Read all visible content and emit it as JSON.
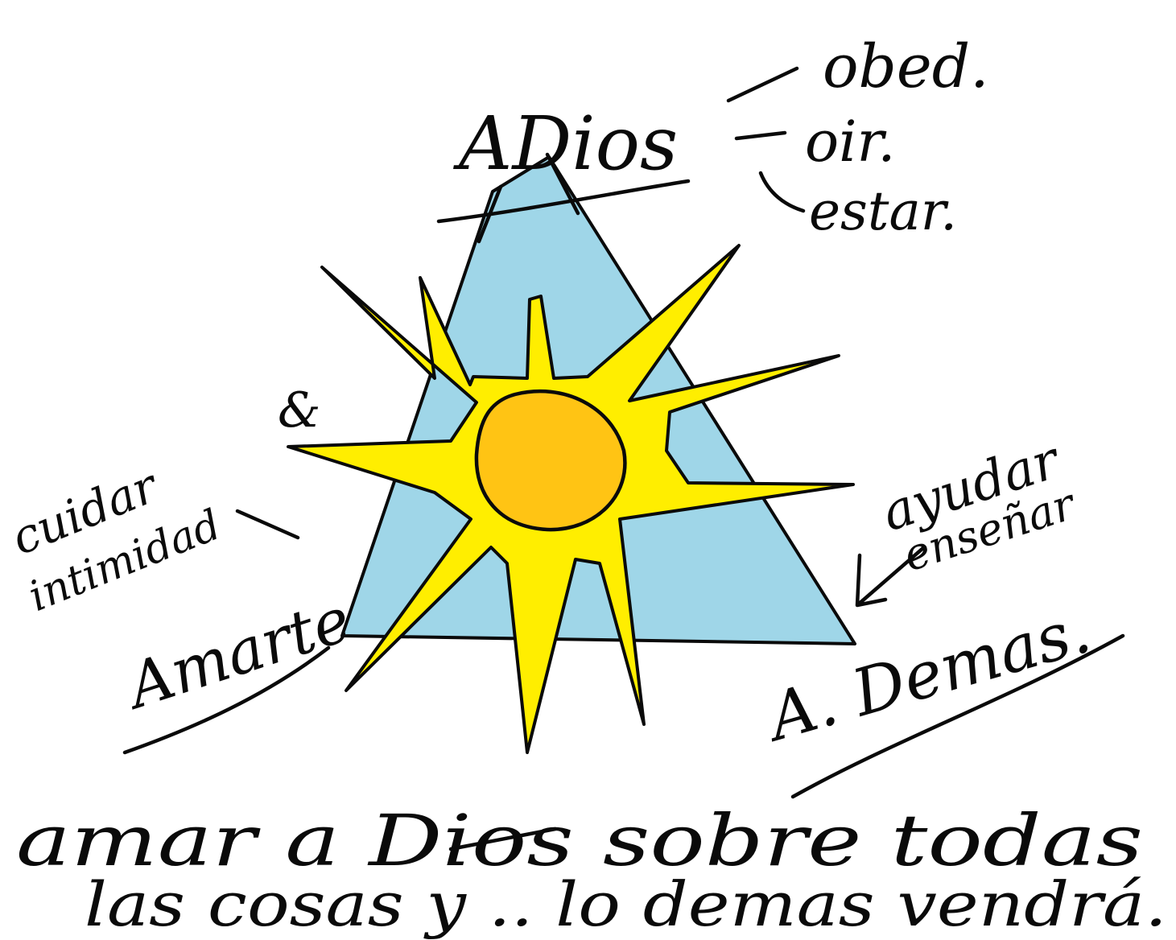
{
  "colors": {
    "ink": "#0a0a0a",
    "triangle_fill": "#9fd6e8",
    "star_fill": "#ffee00",
    "core_fill": "#ffc414",
    "background": "#ffffff"
  },
  "labels": {
    "top": "ADios",
    "right_list": [
      "obed.",
      "oir.",
      "estar."
    ],
    "left_corner": "Amarte",
    "left_notes": [
      "cuidar",
      "intimidad"
    ],
    "right_corner": "A. Demas.",
    "right_notes": [
      "ayudar",
      "enseñar"
    ],
    "bottom_line1": "amar a Dios sobre todas",
    "bottom_line2": "las cosas y .. lo demas vendrá."
  }
}
